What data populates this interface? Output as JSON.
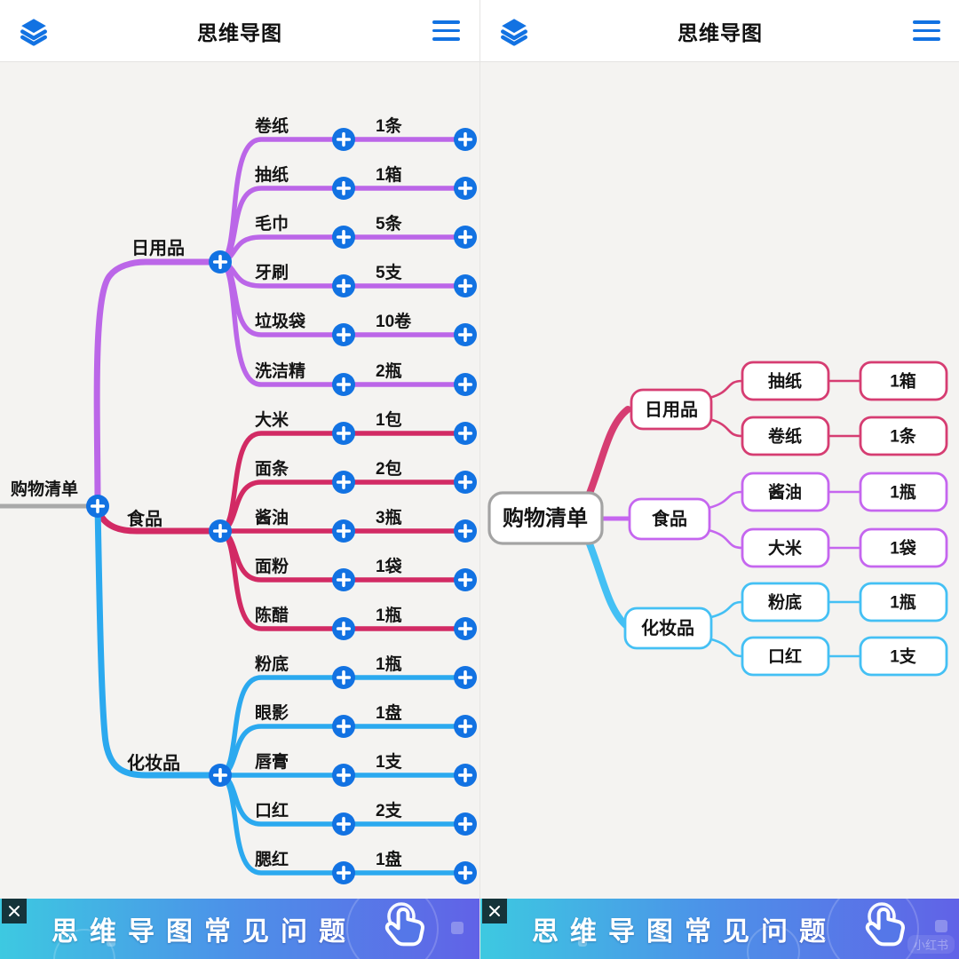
{
  "header": {
    "title": "思维导图"
  },
  "colors": {
    "plus_button": "#1272e2",
    "root_line_gray": "#a9a9a9",
    "left_branch_daily": "#bb66e8",
    "left_branch_food": "#d22a64",
    "left_branch_cosmetics": "#2ba9ef",
    "right_branch_daily": "#d63d72",
    "right_branch_food": "#c566ef",
    "right_branch_cosmetics": "#44c0f4",
    "right_root_border": "#a3a3a3"
  },
  "left_map": {
    "root": {
      "label": "购物清单"
    },
    "branches": [
      {
        "label": "日用品",
        "color": "#bb66e8",
        "items": [
          {
            "name": "卷纸",
            "qty": "1条"
          },
          {
            "name": "抽纸",
            "qty": "1箱"
          },
          {
            "name": "毛巾",
            "qty": "5条"
          },
          {
            "name": "牙刷",
            "qty": "5支"
          },
          {
            "name": "垃圾袋",
            "qty": "10卷"
          },
          {
            "name": "洗洁精",
            "qty": "2瓶"
          }
        ]
      },
      {
        "label": "食品",
        "color": "#d22a64",
        "items": [
          {
            "name": "大米",
            "qty": "1包"
          },
          {
            "name": "面条",
            "qty": "2包"
          },
          {
            "name": "酱油",
            "qty": "3瓶"
          },
          {
            "name": "面粉",
            "qty": "1袋"
          },
          {
            "name": "陈醋",
            "qty": "1瓶"
          }
        ]
      },
      {
        "label": "化妆品",
        "color": "#2ba9ef",
        "items": [
          {
            "name": "粉底",
            "qty": "1瓶"
          },
          {
            "name": "眼影",
            "qty": "1盘"
          },
          {
            "name": "唇膏",
            "qty": "1支"
          },
          {
            "name": "口红",
            "qty": "2支"
          },
          {
            "name": "腮红",
            "qty": "1盘"
          }
        ]
      }
    ]
  },
  "right_map": {
    "root": {
      "label": "购物清单"
    },
    "branches": [
      {
        "label": "日用品",
        "color": "#d63d72",
        "items": [
          {
            "name": "抽纸",
            "qty": "1箱"
          },
          {
            "name": "卷纸",
            "qty": "1条"
          }
        ]
      },
      {
        "label": "食品",
        "color": "#c566ef",
        "items": [
          {
            "name": "酱油",
            "qty": "1瓶"
          },
          {
            "name": "大米",
            "qty": "1袋"
          }
        ]
      },
      {
        "label": "化妆品",
        "color": "#44c0f4",
        "items": [
          {
            "name": "粉底",
            "qty": "1瓶"
          },
          {
            "name": "口红",
            "qty": "1支"
          }
        ]
      }
    ]
  },
  "banner": {
    "text": "思维导图常见问题",
    "watermark": "小红书"
  }
}
